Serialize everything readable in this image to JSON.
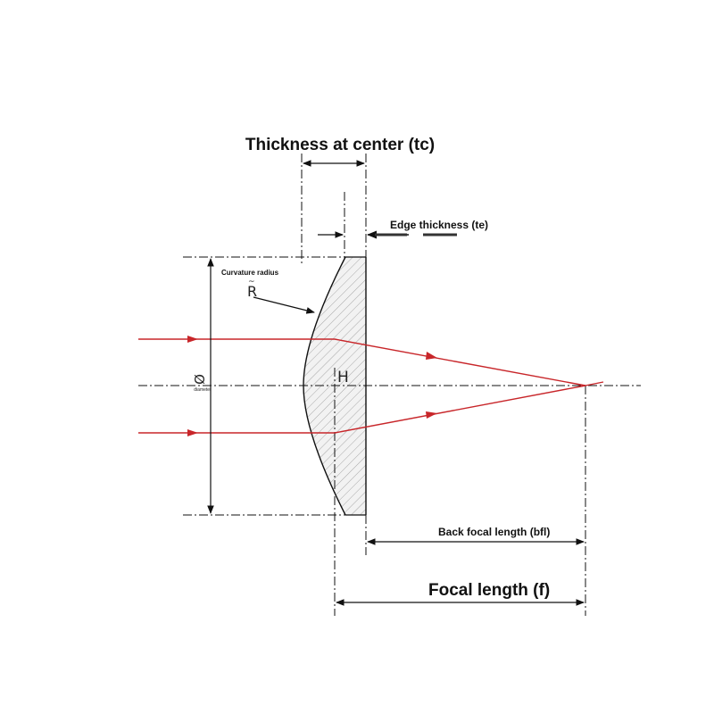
{
  "labels": {
    "thickness_center": "Thickness at center (tc)",
    "edge_thickness": "Edge thickness (te)",
    "curvature_radius": "Curvature radius",
    "radius_symbol": "R",
    "radius_overmark": "~",
    "principal_plane": "H",
    "diameter_symbol": "Ø",
    "diameter_word": "diameter",
    "back_focal_length": "Back focal length (bfl)",
    "focal_length": "Focal length (f)"
  },
  "colors": {
    "ray": "#c8262a",
    "line": "#111111",
    "hatch": "#9a9a9a",
    "lens_fill": "#f2f2f2",
    "background": "#ffffff"
  }
}
